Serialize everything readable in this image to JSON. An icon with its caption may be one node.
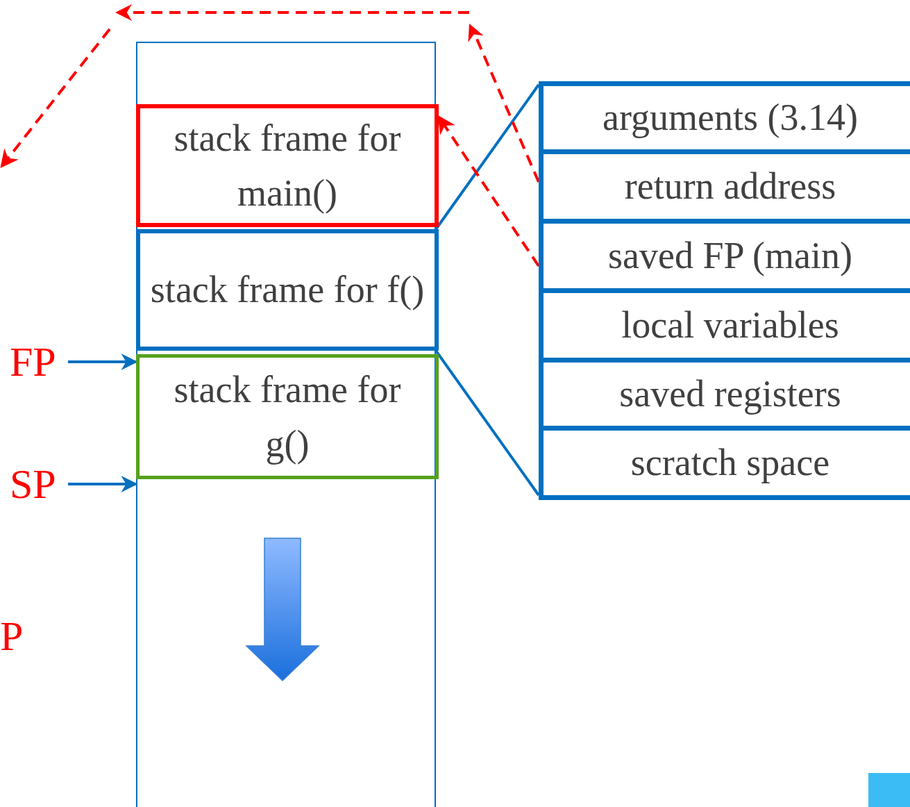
{
  "diagram": {
    "nodes": [
      {
        "text": [],
        "shape": "box"
      },
      {
        "text": [
          "stack frame for main()"
        ],
        "in": 0
      },
      {
        "text": [
          "stack frame for f()"
        ],
        "in": 0
      },
      {
        "text": [
          "stack frame for g()"
        ],
        "in": 0
      },
      {
        "text": [
          "FP"
        ]
      },
      {
        "text": [
          "SP"
        ]
      },
      {
        "text": [],
        "shape": "box"
      },
      {
        "text": [
          "arguments (3.14)"
        ],
        "in": 6
      },
      {
        "text": [
          "return address"
        ],
        "in": 6
      },
      {
        "text": [
          "saved FP (main)"
        ],
        "in": 6
      },
      {
        "text": [
          "local variables"
        ],
        "in": 6
      },
      {
        "text": [
          "saved registers"
        ],
        "in": 6
      },
      {
        "text": [
          "scratch space"
        ],
        "in": 6
      }
    ],
    "edges": [
      {
        "from": 4,
        "to": 3,
        "arrow": "to"
      },
      {
        "from": 5,
        "to": 0,
        "arrow": "to"
      },
      {
        "from": 2,
        "to": 6,
        "arrow": "none"
      },
      {
        "from": 2,
        "to": 6,
        "arrow": "none"
      },
      {
        "from": 9,
        "to": 1,
        "arrow": "to",
        "style": "dashed",
        "color": "#ff0000"
      },
      {
        "from": 8,
        "to": null,
        "arrow": "to",
        "style": "dashed",
        "color": "#ff0000"
      }
    ],
    "labels": [
      "P"
    ]
  }
}
